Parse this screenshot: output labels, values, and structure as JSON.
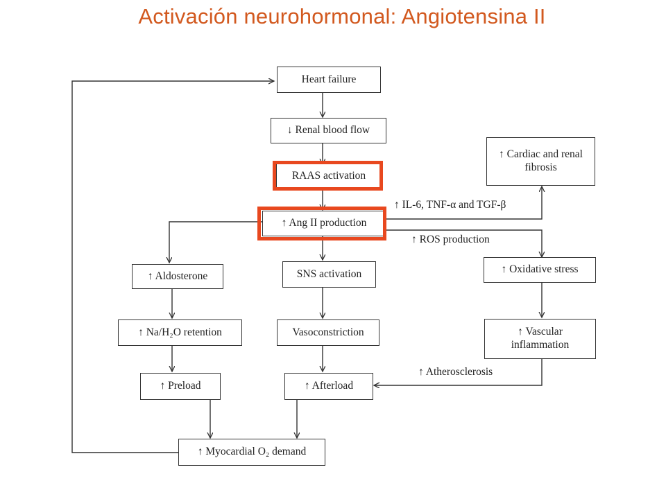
{
  "title": "Activación neurohormonal: Angiotensina II",
  "nodes": {
    "heart_failure": "Heart failure",
    "renal_blood_flow": "↓ Renal blood flow",
    "raas_activation": "RAAS activation",
    "ang_ii_production": "↑ Ang II production",
    "aldosterone": "↑ Aldosterone",
    "sns_activation": "SNS activation",
    "oxidative_stress": "↑ Oxidative stress",
    "na_h2o_retention": "↑ Na/H₂O retention",
    "vasoconstriction": "Vasoconstriction",
    "vascular_inflammation": "↑ Vascular inflammation",
    "preload": "↑ Preload",
    "afterload": "↑ Afterload",
    "cardiac_renal_fibrosis": "↑ Cardiac and renal fibrosis",
    "myocardial_o2_demand": "↑ Myocardial O₂ demand"
  },
  "edge_labels": {
    "cytokines": "↑ IL-6, TNF-α and TGF-β",
    "ros_production": "↑ ROS production",
    "atherosclerosis": "↑ Atherosclerosis"
  },
  "highlight_color": "#e8481f",
  "title_color": "#d2591f"
}
